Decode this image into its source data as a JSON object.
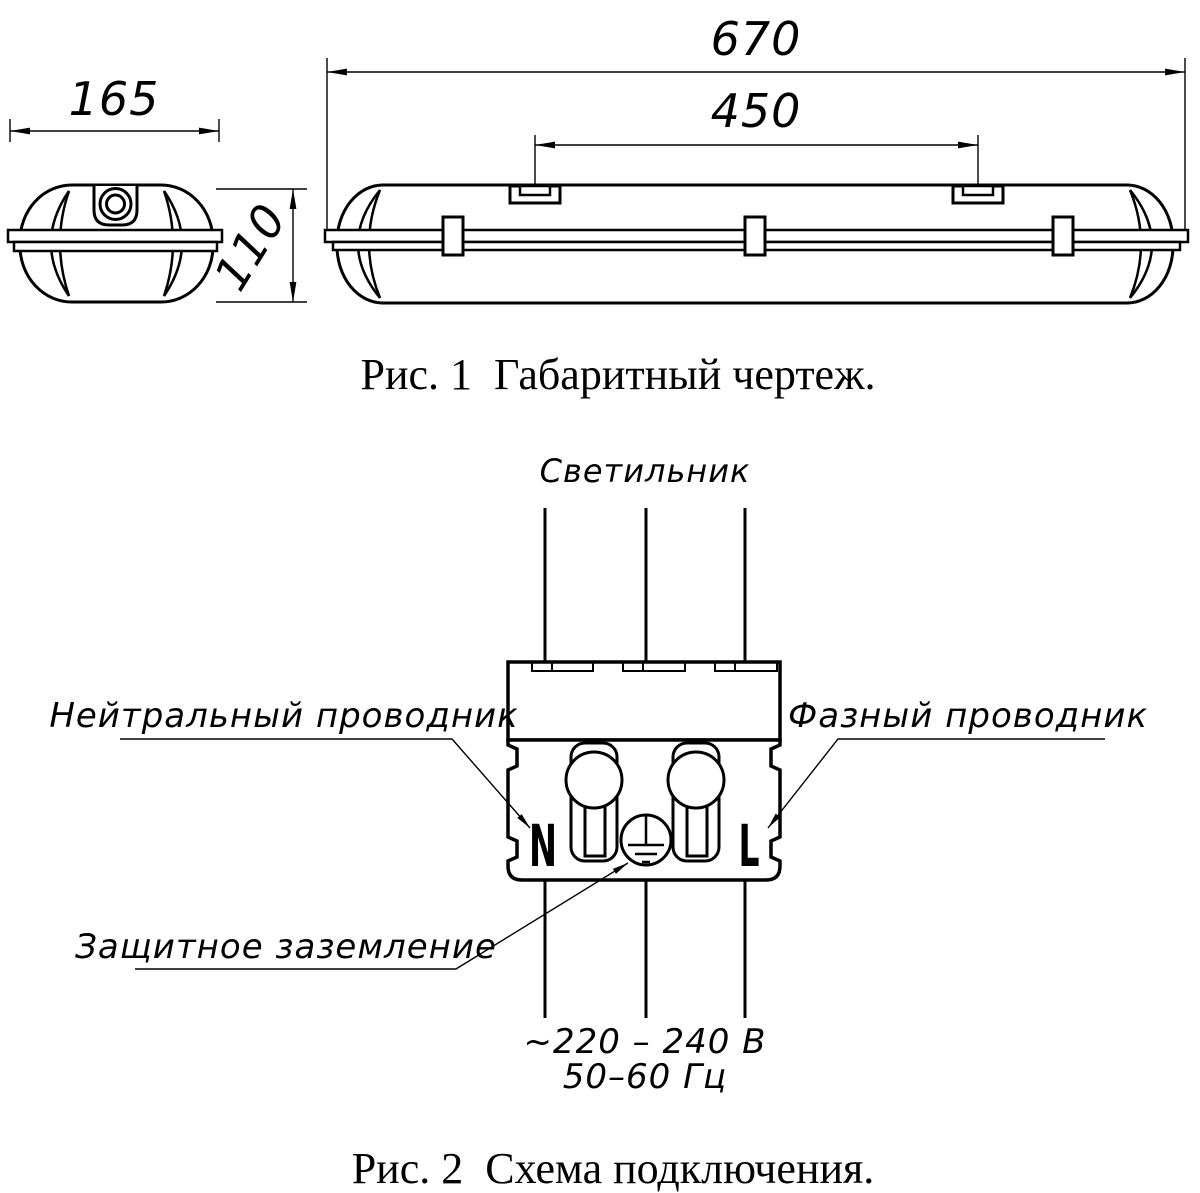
{
  "page": {
    "background": "#ffffff",
    "line_color": "#000000"
  },
  "figure1": {
    "caption": "Рис. 1  Габаритный чертеж.",
    "dims": {
      "end_width": "165",
      "height": "110",
      "length": "670",
      "mounting": "450"
    }
  },
  "figure2": {
    "caption": "Рис. 2  Схема подключения.",
    "luminaire_label": "Светильник",
    "neutral_label": "Нейтральный проводник",
    "phase_label": "Фазный проводник",
    "ground_label": "Защитное заземление",
    "terminal_n": "N",
    "terminal_l": "L",
    "supply_voltage": "~220 – 240 В",
    "supply_frequency": "50–60 Гц"
  }
}
